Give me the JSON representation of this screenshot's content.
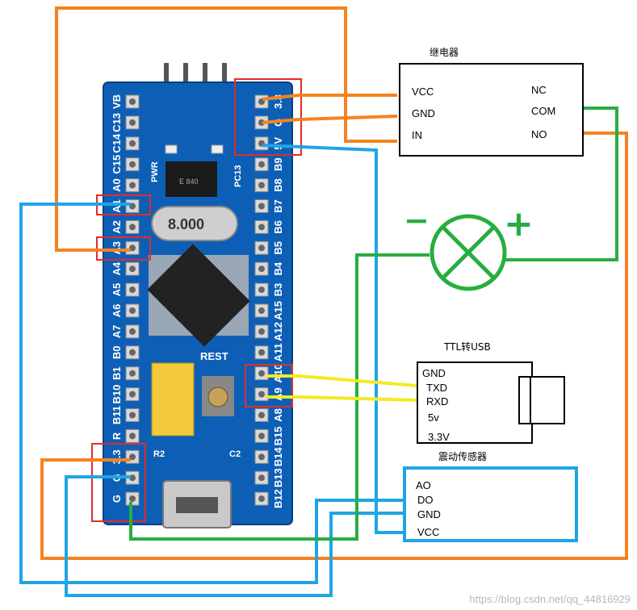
{
  "relay": {
    "title": "继电器",
    "pins_left": [
      "VCC",
      "GND",
      "IN"
    ],
    "pins_right": [
      "NC",
      "COM",
      "NO"
    ]
  },
  "ttl": {
    "title": "TTL转USB",
    "pins": [
      "GND",
      "TXD",
      "RXD",
      "5v",
      "3.3V"
    ]
  },
  "sensor": {
    "title": "震动传感器",
    "pins": [
      "AO",
      "DO",
      "GND",
      "VCC"
    ]
  },
  "lamp": {
    "minus": "−",
    "plus": "+"
  },
  "board": {
    "left_header": [
      "VB",
      "C13",
      "C14",
      "C15",
      "A0",
      "A1",
      "A2",
      "A3",
      "A4",
      "A5",
      "A6",
      "A7",
      "B0",
      "B1",
      "B10",
      "B11",
      "R",
      "3.3",
      "G",
      "G"
    ],
    "right_header": [
      "3.3",
      "G",
      "5V",
      "B9",
      "B8",
      "B7",
      "B6",
      "B5",
      "B4",
      "B3",
      "A15",
      "A12",
      "A11",
      "A10",
      "A9",
      "A8",
      "B15",
      "B14",
      "B13",
      "B12"
    ],
    "crystal": "8.000",
    "reset": "REST",
    "pwr": "PWR",
    "pc13": "PC13",
    "r2": "R2",
    "c2": "C2",
    "chip_mark": "E 840"
  },
  "watermark": "https://blog.csdn.net/qq_44816929",
  "colors": {
    "orange": "#f5821f",
    "blue": "#1fa5e6",
    "green": "#27ae3f",
    "yellow": "#f2ea25",
    "red": "#e32b2b",
    "board": "#0d5fb6"
  }
}
